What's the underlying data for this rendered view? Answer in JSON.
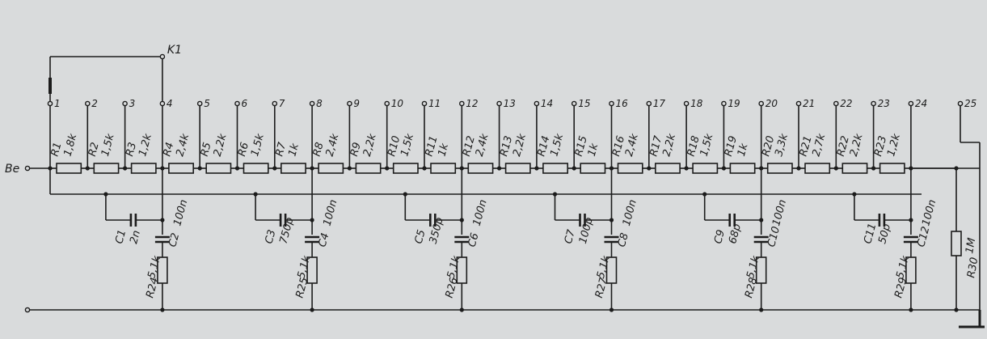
{
  "title": "",
  "input_label": "Be",
  "switch_label": "K1",
  "taps": [
    "1",
    "2",
    "3",
    "4",
    "5",
    "6",
    "7",
    "8",
    "9",
    "10",
    "11",
    "12",
    "13",
    "14",
    "15",
    "16",
    "17",
    "18",
    "19",
    "20",
    "21",
    "22",
    "23",
    "24",
    "25"
  ],
  "series_resistors": [
    {
      "name": "R1",
      "value": "1,8k"
    },
    {
      "name": "R2",
      "value": "1,5k"
    },
    {
      "name": "R3",
      "value": "1,2k"
    },
    {
      "name": "R4",
      "value": "2,4k"
    },
    {
      "name": "R5",
      "value": "2,2k"
    },
    {
      "name": "R6",
      "value": "1,5k"
    },
    {
      "name": "R7",
      "value": "1k"
    },
    {
      "name": "R8",
      "value": "2,4k"
    },
    {
      "name": "R9",
      "value": "2,2k"
    },
    {
      "name": "R10",
      "value": "1,5k"
    },
    {
      "name": "R11",
      "value": "1k"
    },
    {
      "name": "R12",
      "value": "2,4k"
    },
    {
      "name": "R13",
      "value": "2,2k"
    },
    {
      "name": "R14",
      "value": "1,5k"
    },
    {
      "name": "R15",
      "value": "1k"
    },
    {
      "name": "R16",
      "value": "2,4k"
    },
    {
      "name": "R17",
      "value": "2,2k"
    },
    {
      "name": "R18",
      "value": "1,5k"
    },
    {
      "name": "R19",
      "value": "1k"
    },
    {
      "name": "R20",
      "value": "3,3k"
    },
    {
      "name": "R21",
      "value": "2,7k"
    },
    {
      "name": "R22",
      "value": "2,2k"
    },
    {
      "name": "R23",
      "value": "1,2k"
    }
  ],
  "sections": [
    {
      "tap": "4",
      "cA": "C1",
      "cAval": "2n",
      "cB": "C2",
      "cBval": "100n",
      "r": "R24",
      "rval": "5,1k"
    },
    {
      "tap": "8",
      "cA": "C3",
      "cAval": "750p",
      "cB": "C4",
      "cBval": "100n",
      "r": "R25",
      "rval": "5,1k"
    },
    {
      "tap": "12",
      "cA": "C5",
      "cAval": "350p",
      "cB": "C6",
      "cBval": "100n",
      "r": "R26",
      "rval": "5,1k"
    },
    {
      "tap": "16",
      "cA": "C7",
      "cAval": "100p",
      "cB": "C8",
      "cBval": "100n",
      "r": "R27",
      "rval": "5,1k"
    },
    {
      "tap": "20",
      "cA": "C9",
      "cAval": "68p",
      "cB": "C10",
      "cBval": "100n",
      "r": "R28",
      "rval": "5,1k"
    },
    {
      "tap": "24",
      "cA": "C11",
      "cAval": "50p",
      "cB": "C12",
      "cBval": "100n",
      "r": "R29",
      "rval": "5,1k"
    }
  ],
  "terminating_resistor": {
    "name": "R30",
    "value": "1M"
  },
  "colors": {
    "ink": "#1c1c1c",
    "paper": "#d9dbdc"
  }
}
